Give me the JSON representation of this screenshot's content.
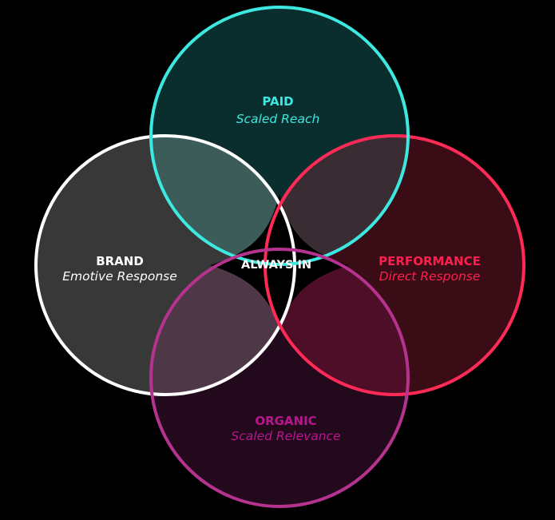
{
  "center": {
    "label": "ALWAYS IN"
  },
  "circles": [
    {
      "id": "paid",
      "title": "PAID",
      "subtitle": "Scaled Reach",
      "stroke": "#3de8e0",
      "fill": "#0a2e2d",
      "title_color": "#3de8e0",
      "sub_color": "#3de8e0"
    },
    {
      "id": "brand",
      "title": "BRAND",
      "subtitle": "Emotive Response",
      "stroke": "#ffffff",
      "fill": "#383838",
      "title_color": "#ffffff",
      "sub_color": "#ffffff"
    },
    {
      "id": "performance",
      "title": "PERFORMANCE",
      "subtitle": "Direct Response",
      "stroke": "#ff2a55",
      "fill": "#3a0c16",
      "title_color": "#ff1f4f",
      "sub_color": "#ff1f4f"
    },
    {
      "id": "organic",
      "title": "ORGANIC",
      "subtitle": "Scaled Relevance",
      "stroke": "#b5338f",
      "fill": "#220a1c",
      "title_color": "#b8168f",
      "sub_color": "#b8168f"
    }
  ],
  "overlaps": {
    "paid_brand": "#3b5c58",
    "paid_performance": "#3a2c33",
    "brand_organic": "#4e3746",
    "performance_organic": "#4f0e28"
  }
}
